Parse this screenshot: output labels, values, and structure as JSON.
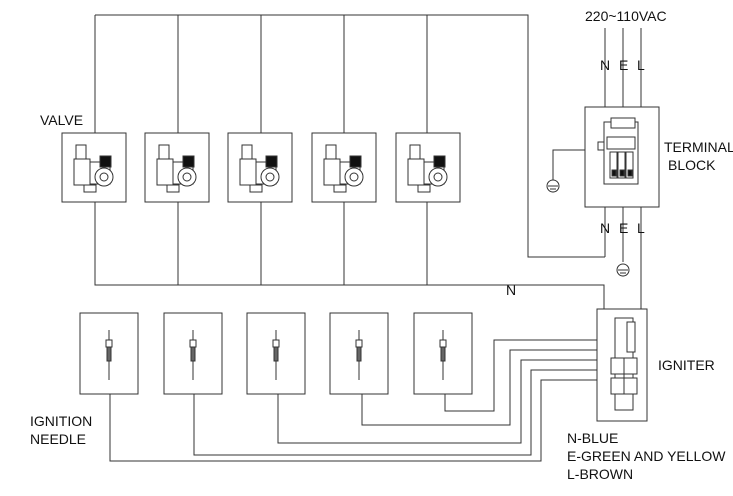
{
  "supply": {
    "voltage": "220~110VAC",
    "top_terminals": [
      "N",
      "E",
      "L"
    ],
    "bottom_terminals": [
      "N",
      "E",
      "L"
    ]
  },
  "labels": {
    "valve": "VALVE",
    "terminal_block_line1": "TERMINAL",
    "terminal_block_line2": "BLOCK",
    "igniter": "IGNITER",
    "ignition_needle_line1": "IGNITION",
    "ignition_needle_line2": "NEEDLE",
    "neutral_wire": "N"
  },
  "legend": {
    "n": "N-BLUE",
    "e": "E-GREEN AND YELLOW",
    "l": "L-BROWN"
  },
  "counts": {
    "valves": 5,
    "needles": 5
  },
  "colors": {
    "line": "#333333",
    "text": "#111111",
    "background": "#ffffff"
  },
  "icons": {
    "ground": "ground-icon",
    "valve": "gas-valve-icon",
    "needle": "ignition-needle-icon"
  }
}
